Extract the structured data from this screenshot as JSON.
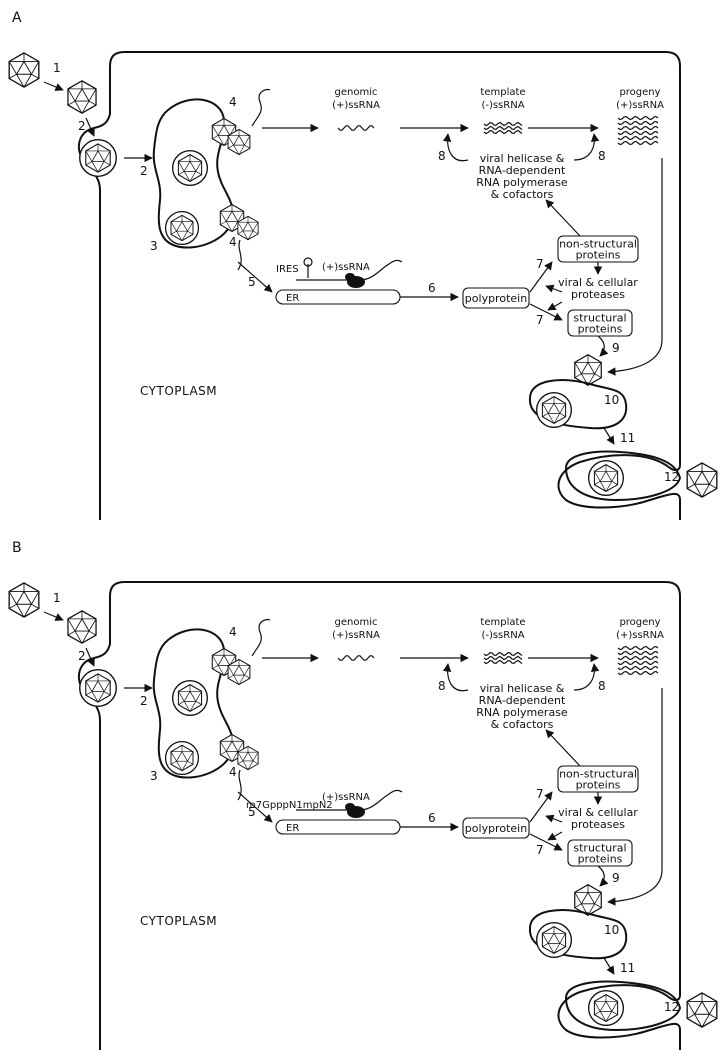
{
  "panels": [
    {
      "label": "A",
      "cytoplasm": "CYTOPLASM",
      "rna": {
        "genomic": [
          "genomic",
          "(+)ssRNA"
        ],
        "template": [
          "template",
          "(-)ssRNA"
        ],
        "progeny": [
          "progeny",
          "(+)ssRNA"
        ],
        "translated": "(+)ssRNA"
      },
      "initiation_label": "IRES",
      "initiation_type": "ires",
      "er": "ER",
      "polyprotein": "polyprotein",
      "non_structural": [
        "non-structural",
        "proteins"
      ],
      "structural": [
        "structural",
        "proteins"
      ],
      "proteases": [
        "viral & cellular",
        "proteases"
      ],
      "replicase": [
        "viral helicase &",
        "RNA-dependent",
        "RNA polymerase",
        "& cofactors"
      ],
      "steps": [
        "1",
        "2",
        "2",
        "3",
        "4",
        "4",
        "5",
        "6",
        "7",
        "7",
        "8",
        "8",
        "9",
        "10",
        "11",
        "12"
      ]
    },
    {
      "label": "B",
      "cytoplasm": "CYTOPLASM",
      "rna": {
        "genomic": [
          "genomic",
          "(+)ssRNA"
        ],
        "template": [
          "template",
          "(-)ssRNA"
        ],
        "progeny": [
          "progeny",
          "(+)ssRNA"
        ],
        "translated": "(+)ssRNA"
      },
      "initiation_label": "m7GpppN1mpN2",
      "initiation_type": "cap",
      "er": "ER",
      "polyprotein": "polyprotein",
      "non_structural": [
        "non-structural",
        "proteins"
      ],
      "structural": [
        "structural",
        "proteins"
      ],
      "proteases": [
        "viral & cellular",
        "proteases"
      ],
      "replicase": [
        "viral helicase &",
        "RNA-dependent",
        "RNA polymerase",
        "& cofactors"
      ],
      "steps": [
        "1",
        "2",
        "2",
        "3",
        "4",
        "4",
        "5",
        "6",
        "7",
        "7",
        "8",
        "8",
        "9",
        "10",
        "11",
        "12"
      ]
    }
  ]
}
